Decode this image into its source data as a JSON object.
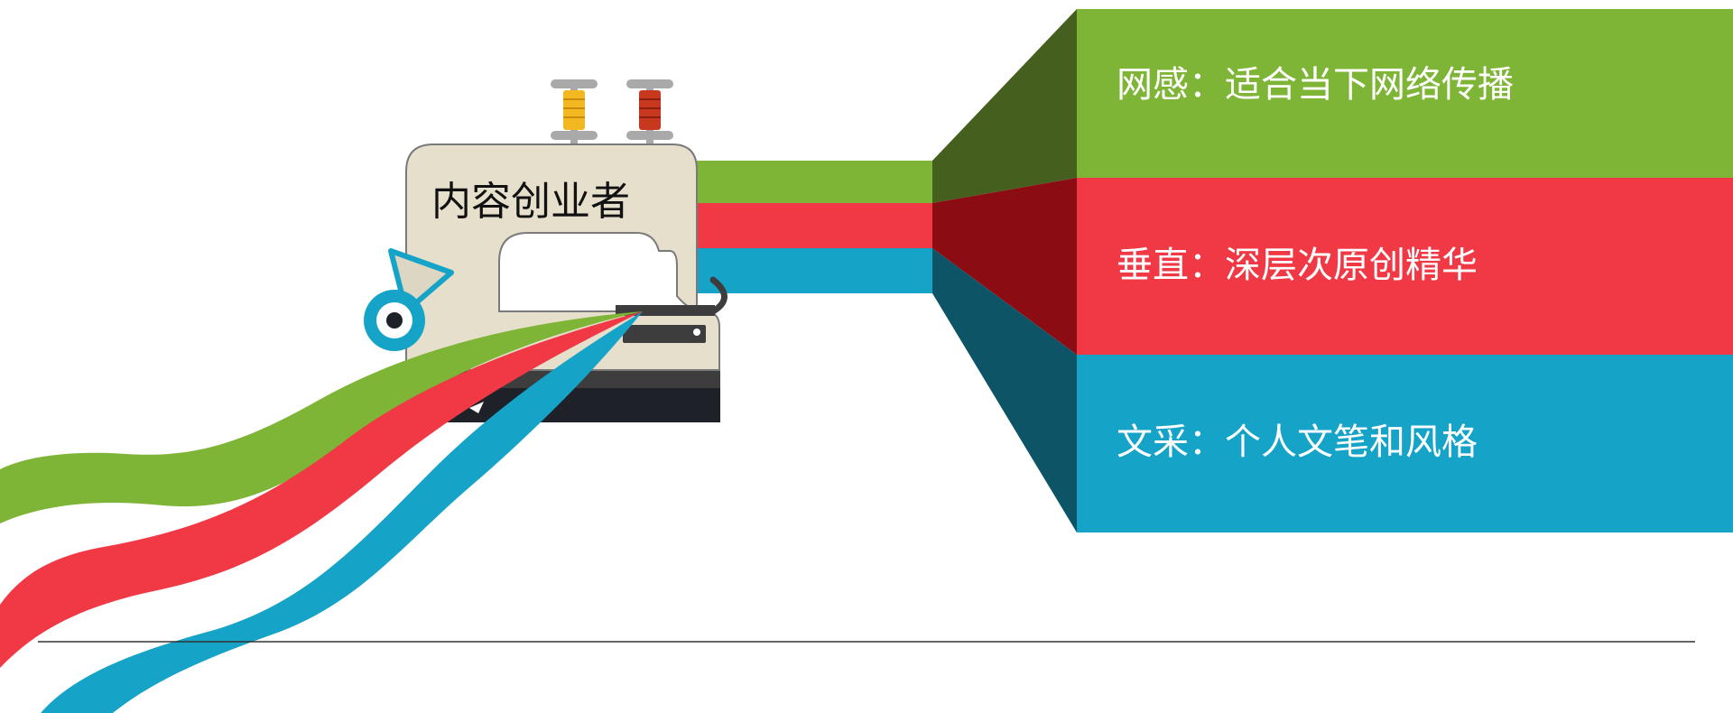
{
  "machine": {
    "title": "内容创业者",
    "icon": "sewing-machine-icon"
  },
  "bands": [
    {
      "key": "wanggan",
      "label": "网感：适合当下网络传播",
      "color": "#7fb537",
      "dark": "#45601e"
    },
    {
      "key": "chuizhi",
      "label": "垂直：深层次原创精华",
      "color": "#f03945",
      "dark": "#8c0c13"
    },
    {
      "key": "wencai",
      "label": "文采：个人文笔和风格",
      "color": "#16a3c8",
      "dark": "#0d5566"
    }
  ],
  "colors": {
    "machine_body": "#e5dfcc",
    "machine_outline": "#7a7a7a",
    "machine_base": "#1e2128",
    "machine_base_top": "#3d3d3d",
    "spool_pin": "#a9a9a9",
    "spool_yellow": "#f2b822",
    "spool_red": "#c8381f",
    "divider": "#333333"
  }
}
